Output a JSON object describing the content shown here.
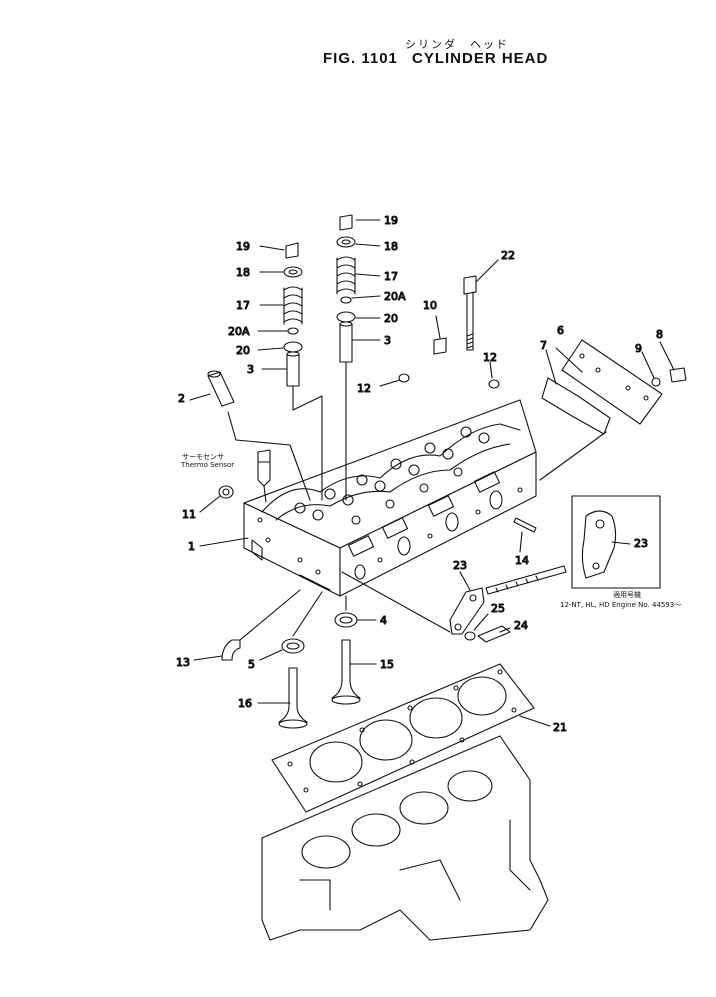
{
  "header": {
    "title_jp": "シリンダ　ヘッド",
    "fig_number": "FIG. 1101",
    "title": "CYLINDER HEAD"
  },
  "notes": {
    "sensor_jp": "サーモセンサ",
    "sensor_en": "Thermo Sensor",
    "applicability_jp": "適用号機",
    "applicability_en": "12-NT, HL, HD  Engine  No. 44593～"
  },
  "callouts": [
    {
      "id": "c19a",
      "label": "19"
    },
    {
      "id": "c18a",
      "label": "18"
    },
    {
      "id": "c17a",
      "label": "17"
    },
    {
      "id": "c20Aa",
      "label": "20A"
    },
    {
      "id": "c20a",
      "label": "20"
    },
    {
      "id": "c3a",
      "label": "3"
    },
    {
      "id": "c19b",
      "label": "19"
    },
    {
      "id": "c18b",
      "label": "18"
    },
    {
      "id": "c17b",
      "label": "17"
    },
    {
      "id": "c20Ab",
      "label": "20A"
    },
    {
      "id": "c20b",
      "label": "20"
    },
    {
      "id": "c3b",
      "label": "3"
    },
    {
      "id": "c22",
      "label": "22"
    },
    {
      "id": "c10",
      "label": "10"
    },
    {
      "id": "c12a",
      "label": "12"
    },
    {
      "id": "c12b",
      "label": "12"
    },
    {
      "id": "c6",
      "label": "6"
    },
    {
      "id": "c7",
      "label": "7"
    },
    {
      "id": "c8",
      "label": "8"
    },
    {
      "id": "c9",
      "label": "9"
    },
    {
      "id": "c2",
      "label": "2"
    },
    {
      "id": "c11",
      "label": "11"
    },
    {
      "id": "c1",
      "label": "1"
    },
    {
      "id": "c14",
      "label": "14"
    },
    {
      "id": "c23a",
      "label": "23"
    },
    {
      "id": "c23b",
      "label": "23"
    },
    {
      "id": "c25",
      "label": "25"
    },
    {
      "id": "c24",
      "label": "24"
    },
    {
      "id": "c4",
      "label": "4"
    },
    {
      "id": "c13",
      "label": "13"
    },
    {
      "id": "c5",
      "label": "5"
    },
    {
      "id": "c15",
      "label": "15"
    },
    {
      "id": "c16",
      "label": "16"
    },
    {
      "id": "c21",
      "label": "21"
    }
  ]
}
